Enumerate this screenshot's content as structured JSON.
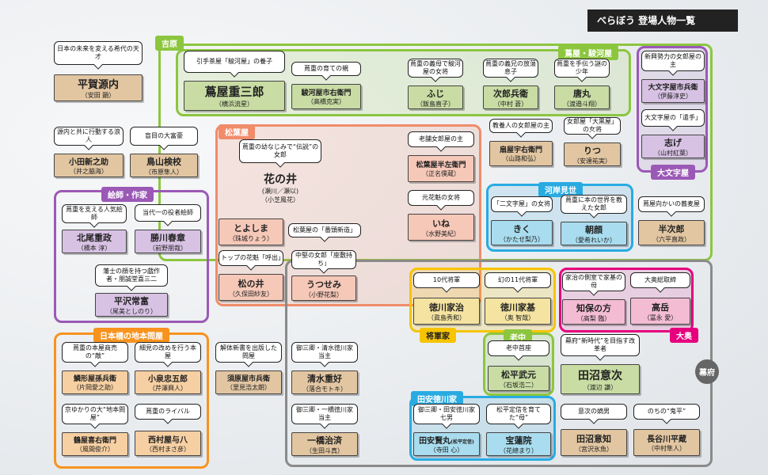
{
  "header_title": "べらぼう 登場人物一覧",
  "region_labels": {
    "yoshiwara": "吉原",
    "tsutaya": "蔦屋・駿河屋",
    "daimonjiya": "大文字屋",
    "matsubaya": "松葉屋",
    "kawagishi": "河岸見世",
    "eshi": "絵師・作家",
    "nihonbashi": "日本橋の地本問屋",
    "shogunke": "将軍家",
    "rochu": "老中",
    "ooku": "大奥",
    "tayasu": "田安徳川家",
    "bakufu": "幕府"
  },
  "cards": {
    "hiraga": {
      "role": "日本の未来を変える希代の天才",
      "name": "平賀源内",
      "actor": "（安田 顕）"
    },
    "tsutaju": {
      "role": "引手茶屋「駿河屋」の養子",
      "name": "蔦屋重三郎",
      "actor": "（横浜流星）"
    },
    "suruga": {
      "role": "蔦重の育ての親",
      "name": "駿河屋市右衛門",
      "actor": "（高橋克実）"
    },
    "fuji": {
      "role": "蔦重の義母で駿河屋の女将",
      "name": "ふじ",
      "actor": "（飯島直子）"
    },
    "jirobee": {
      "role": "蔦重の義兄の放蕩息子",
      "name": "次郎兵衛",
      "actor": "（中村 蒼）"
    },
    "karamaru": {
      "role": "蔦重を手伝う謎の少年",
      "name": "唐丸",
      "actor": "（渡邉斗翔）"
    },
    "daimon_boss": {
      "role": "新興勢力の女郎屋の主",
      "name": "大文字屋市兵衛",
      "actor": "（伊藤淳史）"
    },
    "shiga": {
      "role": "大文字屋の「遣手」",
      "name": "志げ",
      "actor": "（山村紅葉）"
    },
    "odagiri": {
      "role": "源内と共に行動する浪人",
      "name": "小田新之助",
      "actor": "（井之脇海）"
    },
    "torayama": {
      "role": "盲目の大富豪",
      "name": "鳥山検校",
      "actor": "（市原隼人）"
    },
    "segawa": {
      "role": "蔦重の幼なじみで“伝説”の女郎",
      "name": "花の井",
      "sub": "(瀬川／瀬以)",
      "actor": "（小芝風花）"
    },
    "matsuba_boss": {
      "role": "老舗女郎屋の主",
      "name": "松葉屋半左衛門",
      "actor": "（正名僕蔵）"
    },
    "ine": {
      "role": "元花魁の女将",
      "name": "いね",
      "actor": "（水野美紀）"
    },
    "toyoshima": {
      "name": "とよしま",
      "actor": "（珠城りょう）"
    },
    "bantou": {
      "role": "松葉屋の「番頭新造」"
    },
    "matsunoi": {
      "role": "トップの花魁「呼出」",
      "name": "松の井",
      "actor": "（久保田紗友）"
    },
    "utsusemi": {
      "role": "中堅の女郎「座敷持ち」",
      "name": "うつせみ",
      "actor": "（小野花梨）"
    },
    "ogiya": {
      "role": "教養人の女郎屋の主",
      "name": "扇屋宇右衛門",
      "actor": "（山路和弘）"
    },
    "ritsu": {
      "role": "女郎屋「大黒屋」の女将",
      "name": "りつ",
      "actor": "（安達祐実）"
    },
    "kiku": {
      "role": "「二文字屋」の女将",
      "name": "きく",
      "actor": "（かたせ梨乃）"
    },
    "asagao": {
      "role": "蔦重に本の世界を教えた女郎",
      "name": "朝顔",
      "actor": "（愛希れいか）"
    },
    "hanjiro": {
      "role": "蔦屋向かいの蕎麦屋",
      "name": "半次郎",
      "actor": "（六平直政）"
    },
    "kitao": {
      "role": "蔦重を支える人気絵師",
      "name": "北尾重政",
      "actor": "（橋本 淳）"
    },
    "katsukawa": {
      "role": "当代一の役者絵師",
      "name": "勝川春章",
      "actor": "（前野朋哉）"
    },
    "hirasawa": {
      "role": "藩士の顔を持つ戯作者・朋誠堂喜三二",
      "name": "平沢常富",
      "actor": "（尾美としのり）"
    },
    "urokogata": {
      "role": "蔦重の本屋商売の“敵”",
      "name": "鱗形屋孫兵衛",
      "actor": "（片岡愛之助）"
    },
    "koizumi": {
      "role": "細見の改めを行う本屋",
      "name": "小泉忠五郎",
      "actor": "（芹澤興人）"
    },
    "tsuruya": {
      "role": "京ゆかりの大“地本問屋”",
      "name": "鶴屋喜右衛門",
      "actor": "（風間俊介）"
    },
    "nishimura": {
      "role": "蔦重のライバル",
      "name": "西村屋与八",
      "actor": "（西村まさ彦）"
    },
    "suharaya": {
      "role": "解体新書を出版した問屋",
      "name": "須原屋市兵衛",
      "actor": "（里見浩太朗）"
    },
    "shimizu": {
      "role": "御三卿・清水徳川家当主",
      "name": "清水重好",
      "actor": "（落合モトキ）"
    },
    "hitotsubashi": {
      "role": "御三卿・一橋徳川家当主",
      "name": "一橋治済",
      "actor": "（生田斗真）"
    },
    "ieharu": {
      "role": "10代将軍",
      "name": "徳川家治",
      "actor": "（眞島秀和）"
    },
    "iemoto": {
      "role": "幻の11代将軍",
      "name": "徳川家基",
      "actor": "（奥 智哉）"
    },
    "chiho": {
      "role": "家治の側室で家基の母",
      "name": "知保の方",
      "actor": "（高梨 臨）"
    },
    "takaoka": {
      "role": "大奥総取締",
      "name": "高岳",
      "actor": "（冨永 愛）"
    },
    "takemoto": {
      "role": "老中首座",
      "name": "松平武元",
      "actor": "（石坂浩二）"
    },
    "tanuma": {
      "role": "幕府“新時代”を目指す改革者",
      "name": "田沼意次",
      "actor": "（渡辺 謙）"
    },
    "tayasu_kenmaru": {
      "role": "御三卿・田安徳川家七男",
      "name": "田安賢丸",
      "sub": "(松平定信)",
      "actor": "（寺田 心）"
    },
    "hozen": {
      "role": "松平定信を育てた“母”",
      "name": "宝蓮院",
      "actor": "（花總まり）"
    },
    "tanuma_okitomo": {
      "role": "意次の嫡男",
      "name": "田沼意知",
      "actor": "（宮沢氷魚）"
    },
    "hasegawa": {
      "role": "のちの“鬼平”",
      "name": "長谷川平蔵",
      "actor": "（中村隼人）"
    }
  }
}
